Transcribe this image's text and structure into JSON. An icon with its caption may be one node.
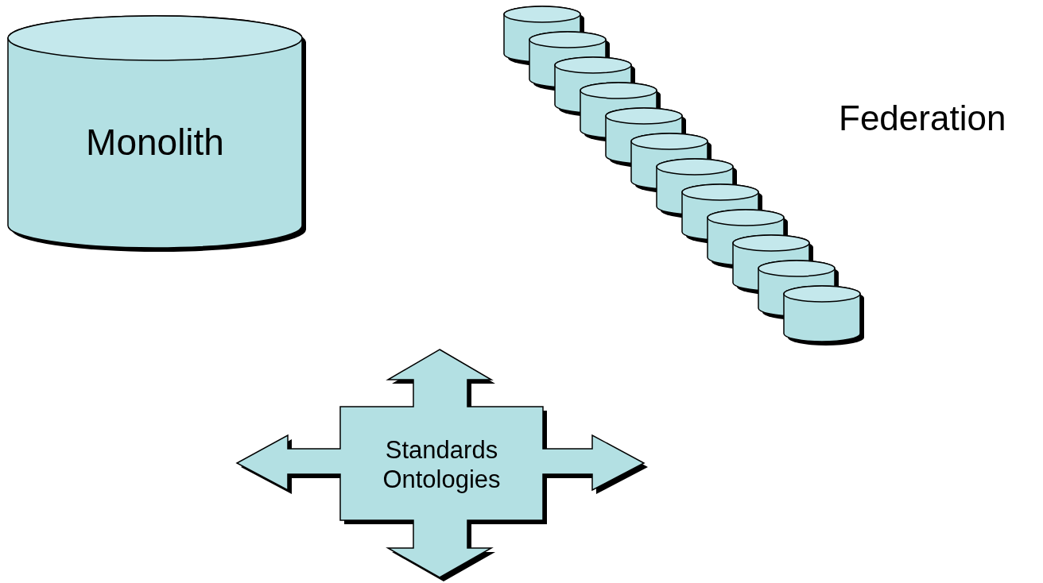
{
  "diagram": {
    "nodes": [
      {
        "text": [
          "Monolith"
        ]
      },
      {
        "text": [],
        "shape": "cylinder"
      },
      {
        "text": [],
        "shape": "cylinder"
      },
      {
        "text": [],
        "shape": "cylinder"
      },
      {
        "text": [],
        "shape": "cylinder"
      },
      {
        "text": [],
        "shape": "cylinder"
      },
      {
        "text": [],
        "shape": "cylinder"
      },
      {
        "text": [],
        "shape": "cylinder"
      },
      {
        "text": [],
        "shape": "cylinder"
      },
      {
        "text": [],
        "shape": "cylinder"
      },
      {
        "text": [],
        "shape": "cylinder"
      },
      {
        "text": [],
        "shape": "cylinder"
      },
      {
        "text": [],
        "shape": "cylinder"
      },
      {
        "text": [
          "Standards Ontologies"
        ]
      }
    ],
    "labels": [
      "Federation"
    ]
  }
}
